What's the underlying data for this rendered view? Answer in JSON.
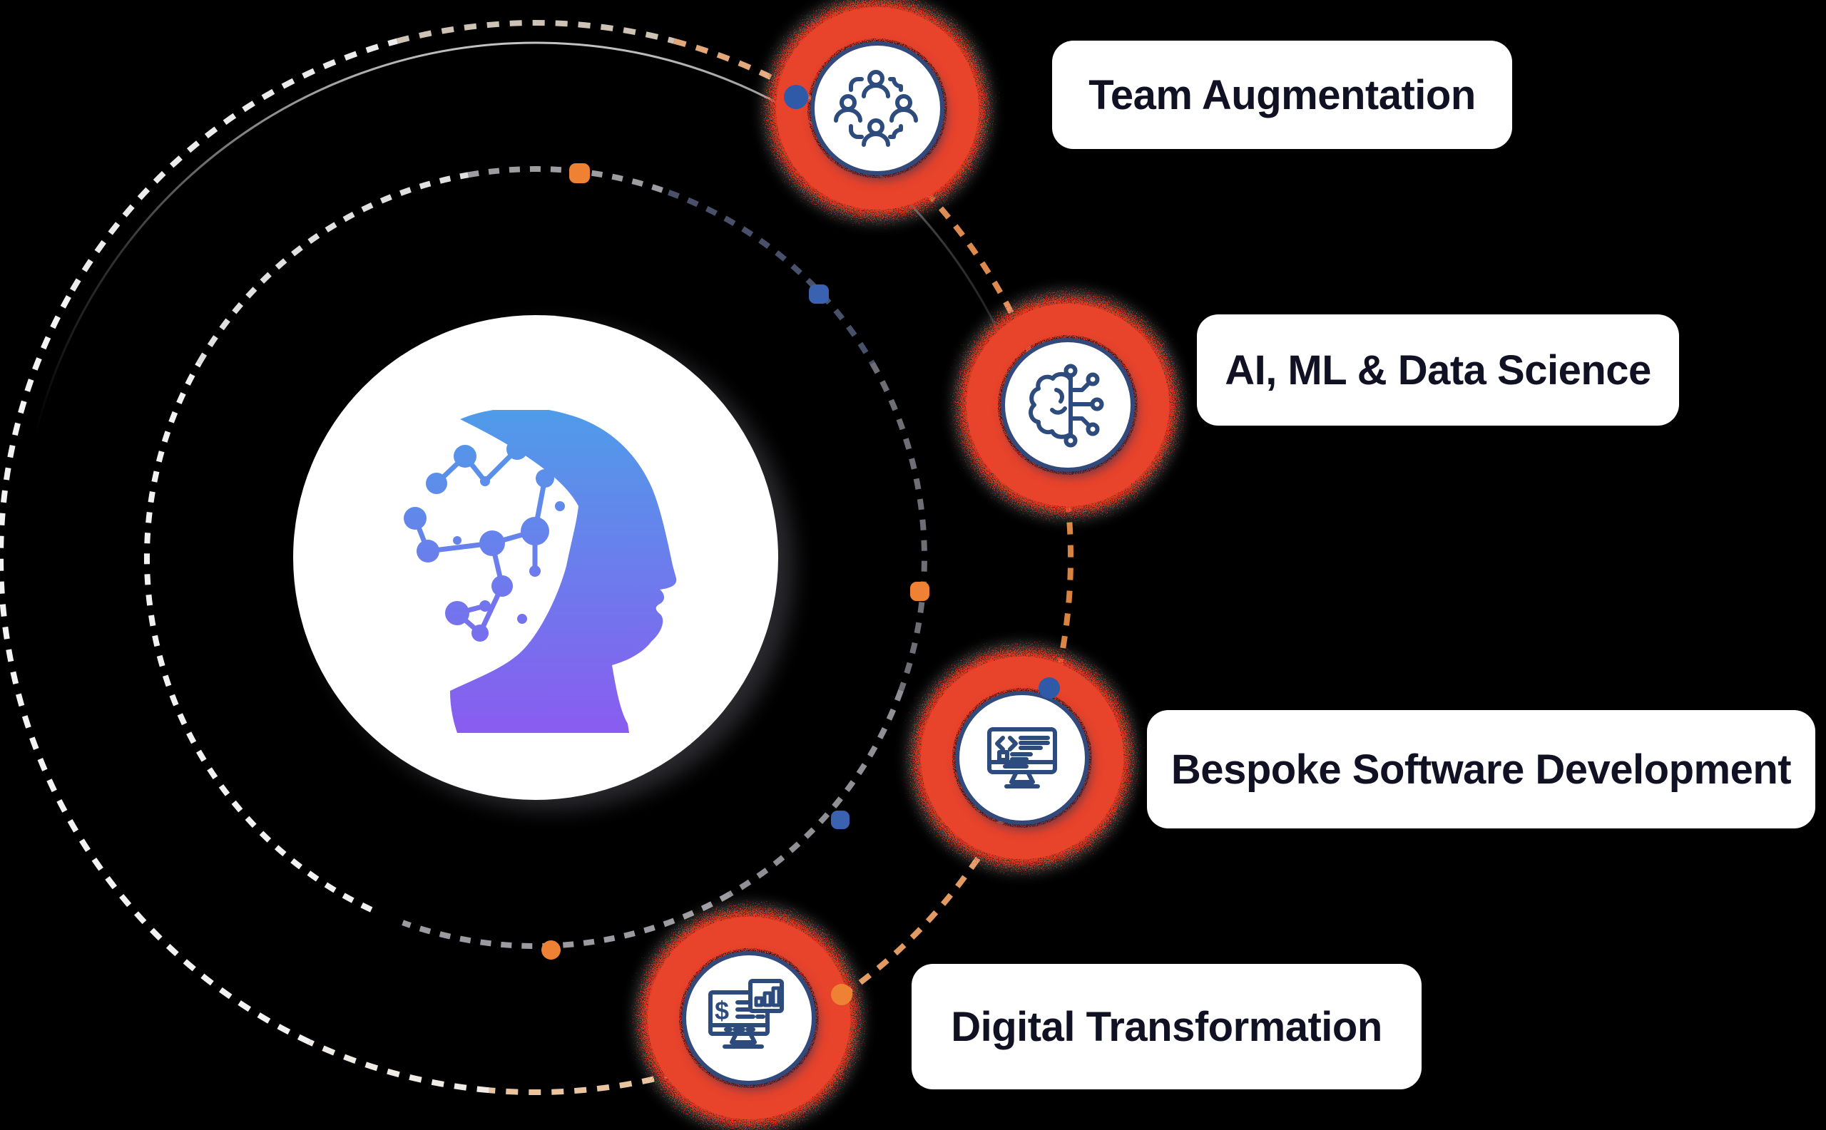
{
  "diagram": {
    "type": "orbital-services-graphic",
    "center_logo": "neural-head-icon",
    "services": [
      {
        "label": "Team Augmentation",
        "icon": "team-people-icon"
      },
      {
        "label": "AI, ML & Data Science",
        "icon": "brain-circuit-icon"
      },
      {
        "label": "Bespoke Software Development",
        "icon": "code-monitor-icon"
      },
      {
        "label": "Digital Transformation",
        "icon": "finance-dashboard-monitor-icon"
      }
    ]
  },
  "colors": {
    "bg": "#000000",
    "ring-red": "#e8432b",
    "ring-red-deep": "#df3a21",
    "icon-navy": "#2e4b7e",
    "circle-border-navy": "#32497b",
    "label-bg": "#ffffff",
    "label-text": "#101223",
    "dot-navy": "#2f5aa8",
    "dot-blue": "#3a62b0",
    "dot-orange": "#ee8133",
    "head-gradient-top": "#4f9ce9",
    "head-gradient-bottom": "#8a5bf0"
  }
}
